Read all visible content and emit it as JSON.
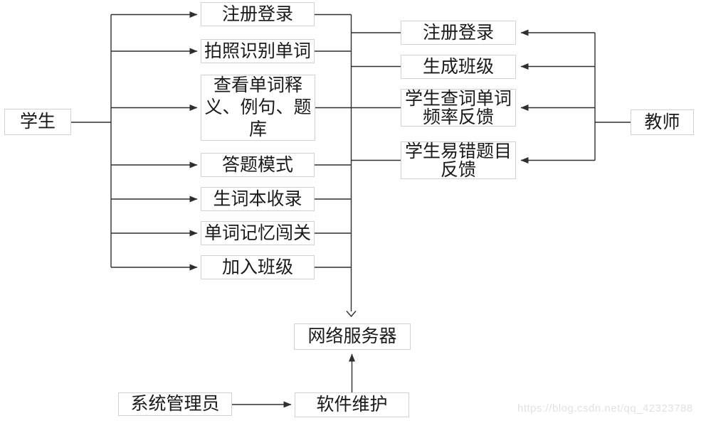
{
  "actors": {
    "student": "学生",
    "teacher": "教师",
    "admin": "系统管理员"
  },
  "student_functions": [
    "注册登录",
    "拍照识别单词",
    "查看单词释\n义、例句、题\n库",
    "答题模式",
    "生词本收录",
    "单词记忆闯关",
    "加入班级"
  ],
  "teacher_functions": [
    "注册登录",
    "生成班级",
    "学生查词单词\n频率反馈",
    "学生易错题目\n反馈"
  ],
  "system": {
    "server": "网络服务器",
    "maintenance": "软件维护"
  },
  "watermark": "https://blog.csdn.net/qq_42323788",
  "colors": {
    "line": "#2f2f2f",
    "box_border": "#d2d2d2",
    "box_fill": "#ffffff",
    "text": "#1a1a1a",
    "watermark": "#e2e2e2",
    "background": "#ffffff"
  }
}
